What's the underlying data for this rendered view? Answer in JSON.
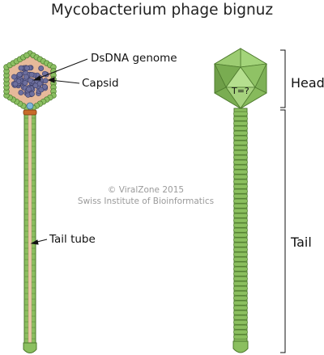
{
  "title": "Mycobacterium phage bignuz",
  "labels": {
    "genome": "DsDNA genome",
    "capsid": "Capsid",
    "tail_tube": "Tail tube",
    "head": "Head",
    "tail": "Tail",
    "triangulation": "T=?"
  },
  "credit": {
    "line1": "© ViralZone 2015",
    "line2": "Swiss Institute of Bioinformatics"
  },
  "colors": {
    "capsid_green": "#8cc063",
    "tail_green": "#8bbf5f",
    "outline": "#4e7a2e",
    "capsid_fill": "#e6b99a",
    "dna_blue": "#6d6f9e",
    "connector_orange": "#c86a2a",
    "portal_blue": "#7fb6d9"
  }
}
